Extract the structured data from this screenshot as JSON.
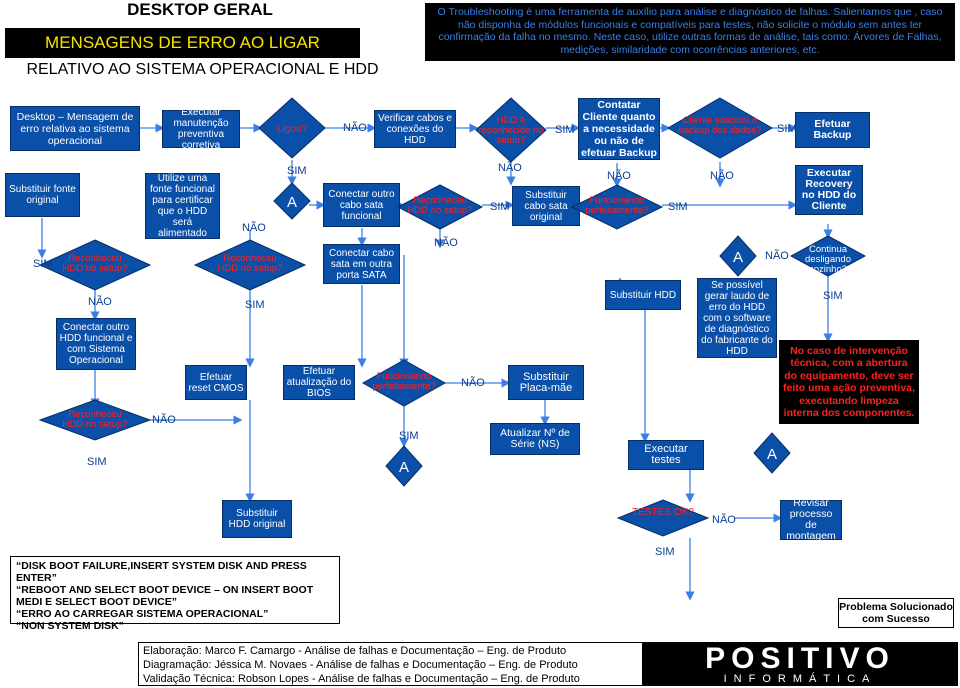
{
  "header": {
    "title": "DESKTOP GERAL",
    "banner": "MENSAGENS DE ERRO AO LIGAR",
    "subtitle": "RELATIVO AO SISTEMA OPERACIONAL E HDD"
  },
  "note": "O Troubleshooting é uma ferramenta de auxílio para análise e diagnóstico de falhas. Salientamos que , caso  não disponha de módulos funcionais e compatíveis para testes, não solicite o módulo sem antes ter confirmação da falha no mesmo. Neste caso, utilize outras formas de análise, tais como: Árvores de Falhas, medições, similaridade com ocorrências anteriores, etc.",
  "boxes": {
    "start": "Desktop – Mensagem de erro relativa ao sistema operacional",
    "maint": "Executar manutenção preventiva corretiva",
    "verify": "Verificar cabos e conexões do HDD",
    "contact": "Contatar Cliente quanto a necessidade ou não de efetuar Backup",
    "backup": "Efetuar Backup",
    "font": "Substituir fonte original",
    "usefont": "Utilize uma fonte funcional para certificar que o HDD será alimentado",
    "cable": "Conectar outro cabo sata funcional",
    "subsata": "Substituir cabo sata original",
    "recovery": "Executar Recovery no HDD do Cliente",
    "sataport": "Conectar cabo sata em outra porta SATA",
    "subhdd": "Substituir HDD",
    "laudo": "Se possível gerar laudo de erro do HDD com o software de diagnóstico do fabricante do HDD",
    "otherhdd": "Conectar outro HDD funcional e com Sistema Operacional",
    "cmos": "Efetuar reset CMOS",
    "bios": "Efetuar atualização do BIOS",
    "placa": "Substituir Placa-mãe",
    "serie": "Atualizar Nº de Série (NS)",
    "tests": "Executar testes",
    "subhddorig": "Substituir HDD original",
    "revisar": "Revisar processo de montagem"
  },
  "decisions": {
    "ligou": "Ligou?",
    "hddrec": "HDD é reconhecido no setup?",
    "clibackup": "Cliente solicitou o backup dos dados?",
    "rec1": "Reconheceu HDD no setup?",
    "rec2": "Reconheceu HDD no setup?",
    "rec3": "Reconheceu HDD no setup?",
    "rec4": "Reconheceu HDD no setup?",
    "func1": "Funcionando perfeitamente?",
    "func2": "Funcionando perfeitamente?",
    "desl": "Continua desligando sozinho?",
    "testes": "TESTES OK?"
  },
  "connectors": {
    "a": "A"
  },
  "labels": {
    "sim": "SIM",
    "nao": "NÃO"
  },
  "errors": [
    "“DISK BOOT FAILURE,INSERT SYSTEM DISK AND PRESS ENTER”",
    "“REBOOT AND SELECT BOOT DEVICE – ON INSERT BOOT MEDI E SELECT BOOT DEVICE”",
    "“ERRO AO CARREGAR SISTEMA OPERACIONAL”",
    "“NON SYSTEM DISK”"
  ],
  "warning": "No caso de intervenção técnica, com a abertura do equipamento, deve ser feito uma ação preventiva, executando limpeza interna dos componentes.",
  "solved": "Problema Solucionado com Sucesso",
  "footer": [
    "Elaboração: Marco F. Camargo - Análise de falhas e Documentação – Eng. de Produto",
    "Diagramação: Jéssica M. Novaes - Análise de falhas e Documentação – Eng. de Produto",
    "Validação Técnica: Robson Lopes - Análise de falhas e Documentação – Eng. de Produto"
  ],
  "logo": {
    "name": "POSITIVO",
    "tagline": "INFORMÁTICA"
  },
  "colors": {
    "box": "#0a4fa8",
    "banner_text": "#f5e400",
    "note_text": "#3b7fe6",
    "warning_text": "#ff2020"
  }
}
